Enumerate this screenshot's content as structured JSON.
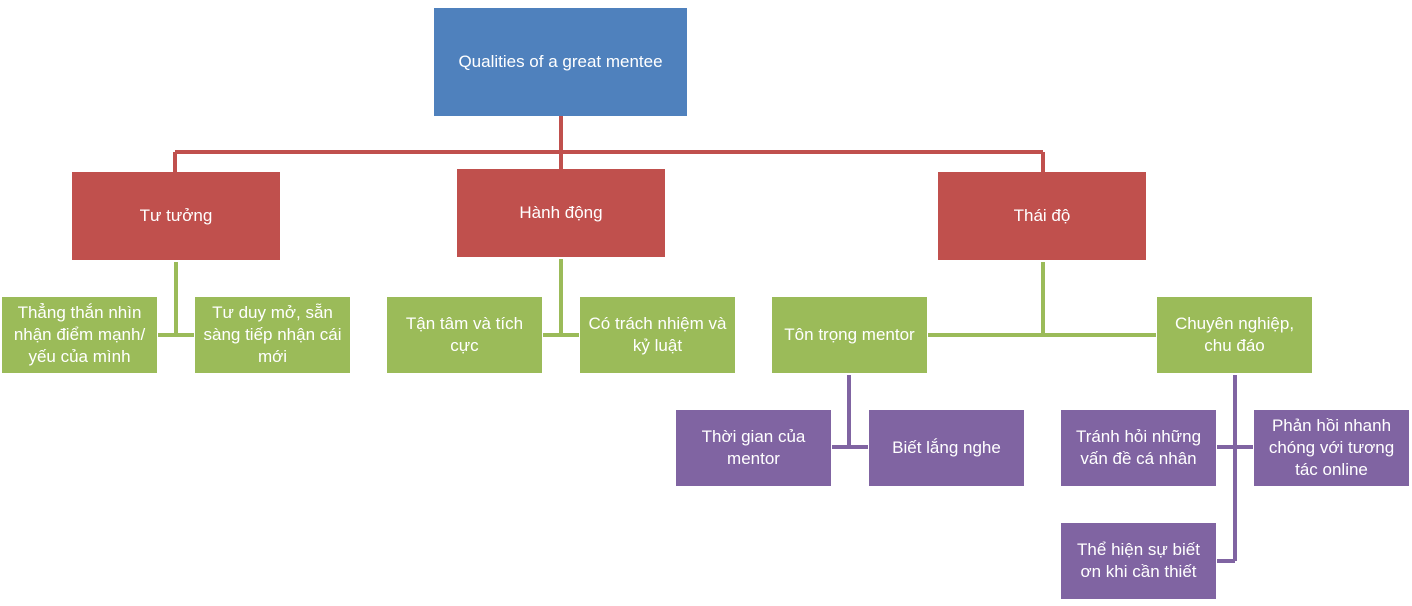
{
  "diagram": {
    "root": "Qualities of a great mentee",
    "categories": {
      "tu_tuong": "Tư tưởng",
      "hanh_dong": "Hành động",
      "thai_do": "Thái độ"
    },
    "tu_tuong_items": {
      "thang_than": "Thẳng thắn nhìn nhận điểm mạnh/ yếu của mình",
      "tu_duy_mo": "Tư duy mở, sẵn sàng tiếp nhận cái mới"
    },
    "hanh_dong_items": {
      "tan_tam": "Tận tâm và tích cực",
      "trach_nhiem": "Có trách nhiệm và kỷ luật"
    },
    "thai_do_items": {
      "ton_trong": "Tôn trọng mentor",
      "chuyen_nghiep": "Chuyên nghiệp, chu đáo"
    },
    "ton_trong_items": {
      "thoi_gian": "Thời gian của mentor",
      "lang_nghe": "Biết lắng nghe"
    },
    "chuyen_nghiep_items": {
      "tranh_hoi": "Tránh hỏi những vấn đề cá nhân",
      "phan_hoi": "Phản hồi nhanh chóng với tương tác online",
      "biet_on": "Thể hiện sự biết ơn khi cần thiết"
    }
  },
  "colors": {
    "root": "#4f81bd",
    "category": "#c0504d",
    "level2": "#9bbb59",
    "level3": "#8064a2"
  }
}
